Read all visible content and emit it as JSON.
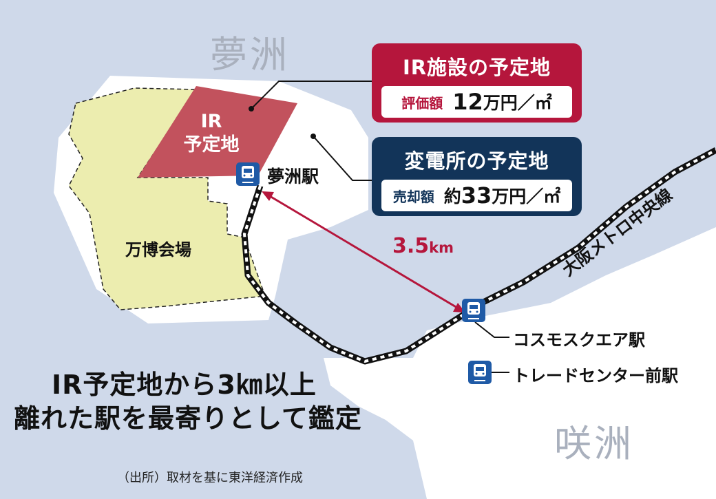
{
  "islands": {
    "yumeshima": "夢洲",
    "sakishima": "咲洲"
  },
  "areas": {
    "ir_site_line1": "IR",
    "ir_site_line2": "予定地",
    "expo_site": "万博会場"
  },
  "callouts": {
    "ir": {
      "title": "IR施設の予定地",
      "label": "評価額",
      "prefix": "",
      "value": "12",
      "unit": "万円／㎡",
      "color": "#b5163c"
    },
    "substation": {
      "title": "変電所の予定地",
      "label": "売却額",
      "prefix": "約",
      "value": "33",
      "unit": "万円／㎡",
      "color": "#123459"
    }
  },
  "stations": {
    "yumeshima": "夢洲駅",
    "cosmosquare": "コスモスクエア駅",
    "tradecenter": "トレードセンター前駅"
  },
  "railway": "大阪メトロ中央線",
  "distance": {
    "value": "3.5",
    "unit": "km",
    "color": "#b5163c"
  },
  "headline": {
    "line1": "IR予定地から3㎞以上",
    "line2": "離れた駅を最寄りとして鑑定"
  },
  "source": "（出所）取材を基に東洋経済作成",
  "colors": {
    "sea": "#cfd9ea",
    "land": "#ffffff",
    "ir_area": "#c2525d",
    "expo_area": "#ecedaf",
    "station_icon": "#1f5aa6",
    "ir_callout": "#b5163c",
    "substation_callout": "#123459"
  }
}
